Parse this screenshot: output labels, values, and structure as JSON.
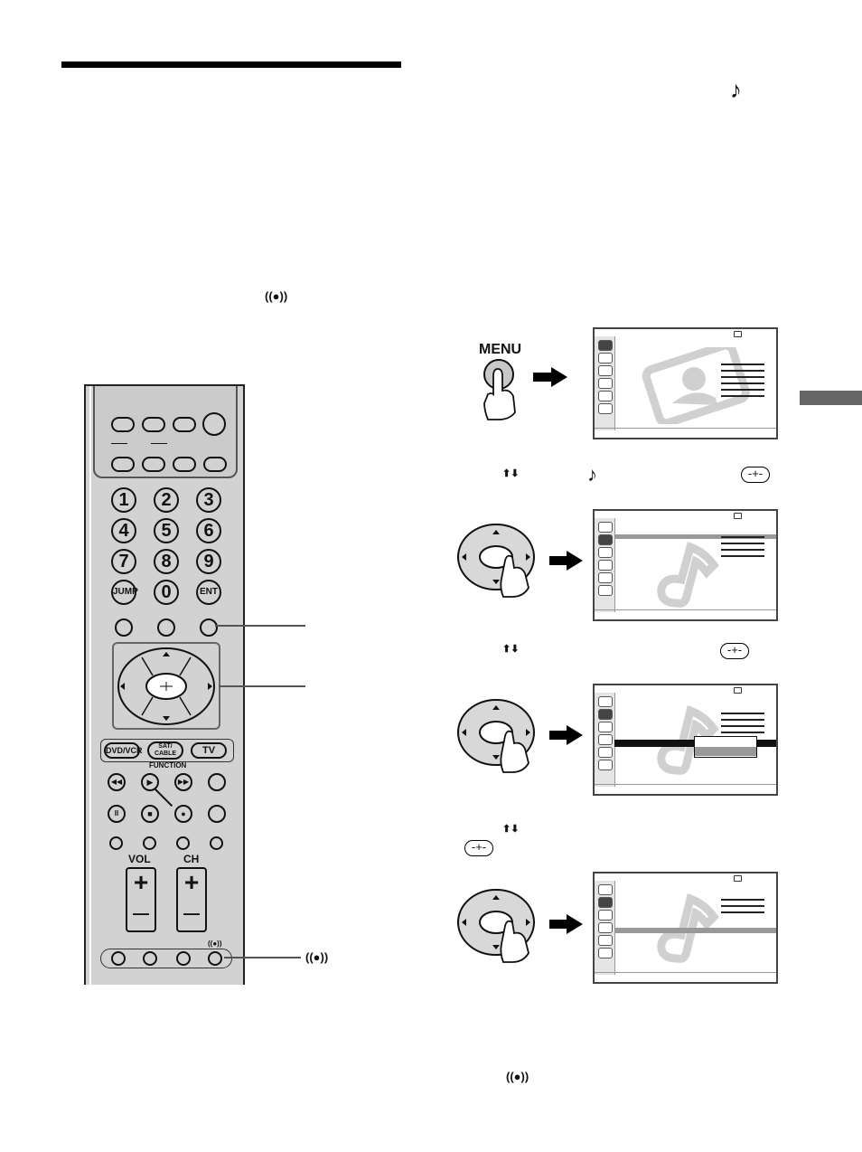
{
  "remote": {
    "numbers": [
      "1",
      "2",
      "3",
      "4",
      "5",
      "6",
      "7",
      "8",
      "9"
    ],
    "jump_label": "JUMP",
    "zero_label": "0",
    "ent_label": "ENT",
    "function_buttons": [
      "DVD/VCR",
      "SAT/\nCABLE",
      "TV"
    ],
    "function_label": "FUNCTION",
    "vol_label": "VOL",
    "ch_label": "CH",
    "plus": "+",
    "minus": "—"
  },
  "menu_button_label": "MENU",
  "icons": {
    "sound_icon": "♪",
    "surround_icon": "((●))",
    "updown_arrows": "⬆⬇",
    "enter_icon": "-+-"
  }
}
